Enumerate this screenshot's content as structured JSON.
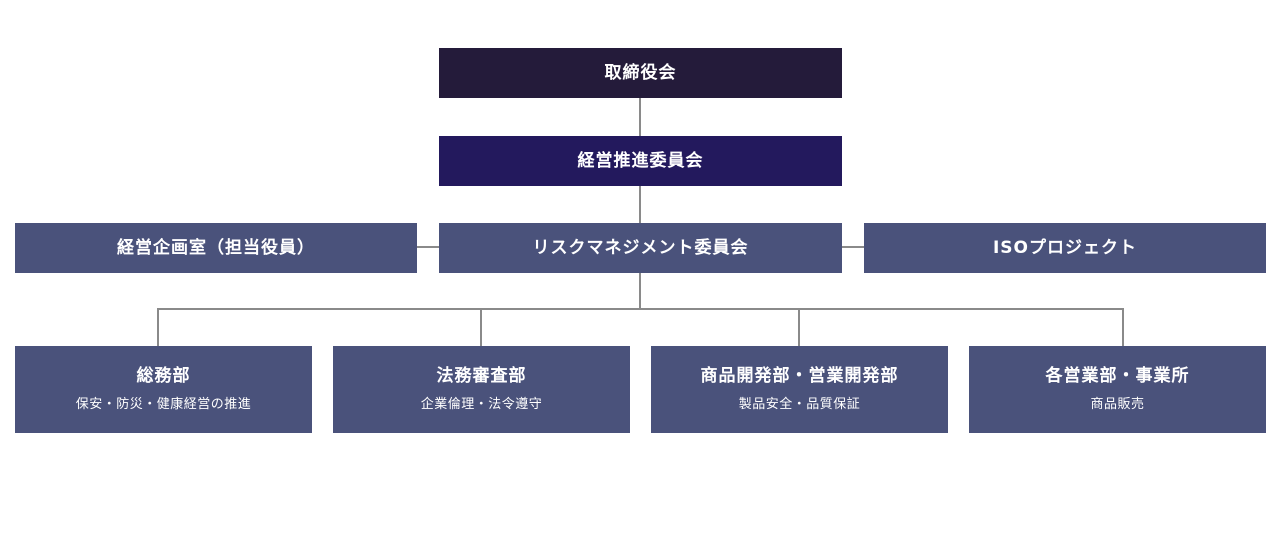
{
  "org": {
    "board": "取締役会",
    "exec_committee": "経営推進委員会",
    "planning_office": "経営企画室（担当役員）",
    "risk_committee": "リスクマネジメント委員会",
    "iso_project": "ISOプロジェクト",
    "departments": [
      {
        "name": "総務部",
        "role": "保安・防災・健康経営の推進"
      },
      {
        "name": "法務審査部",
        "role": "企業倫理・法令遵守"
      },
      {
        "name": "商品開発部・営業開発部",
        "role": "製品安全・品質保証"
      },
      {
        "name": "各営業部・事業所",
        "role": "商品販売"
      }
    ]
  },
  "colors": {
    "board": "#241b3a",
    "exec_committee": "#23195d",
    "unit": "#4a527b",
    "connector": "#8a8a8a",
    "text": "#ffffff"
  }
}
